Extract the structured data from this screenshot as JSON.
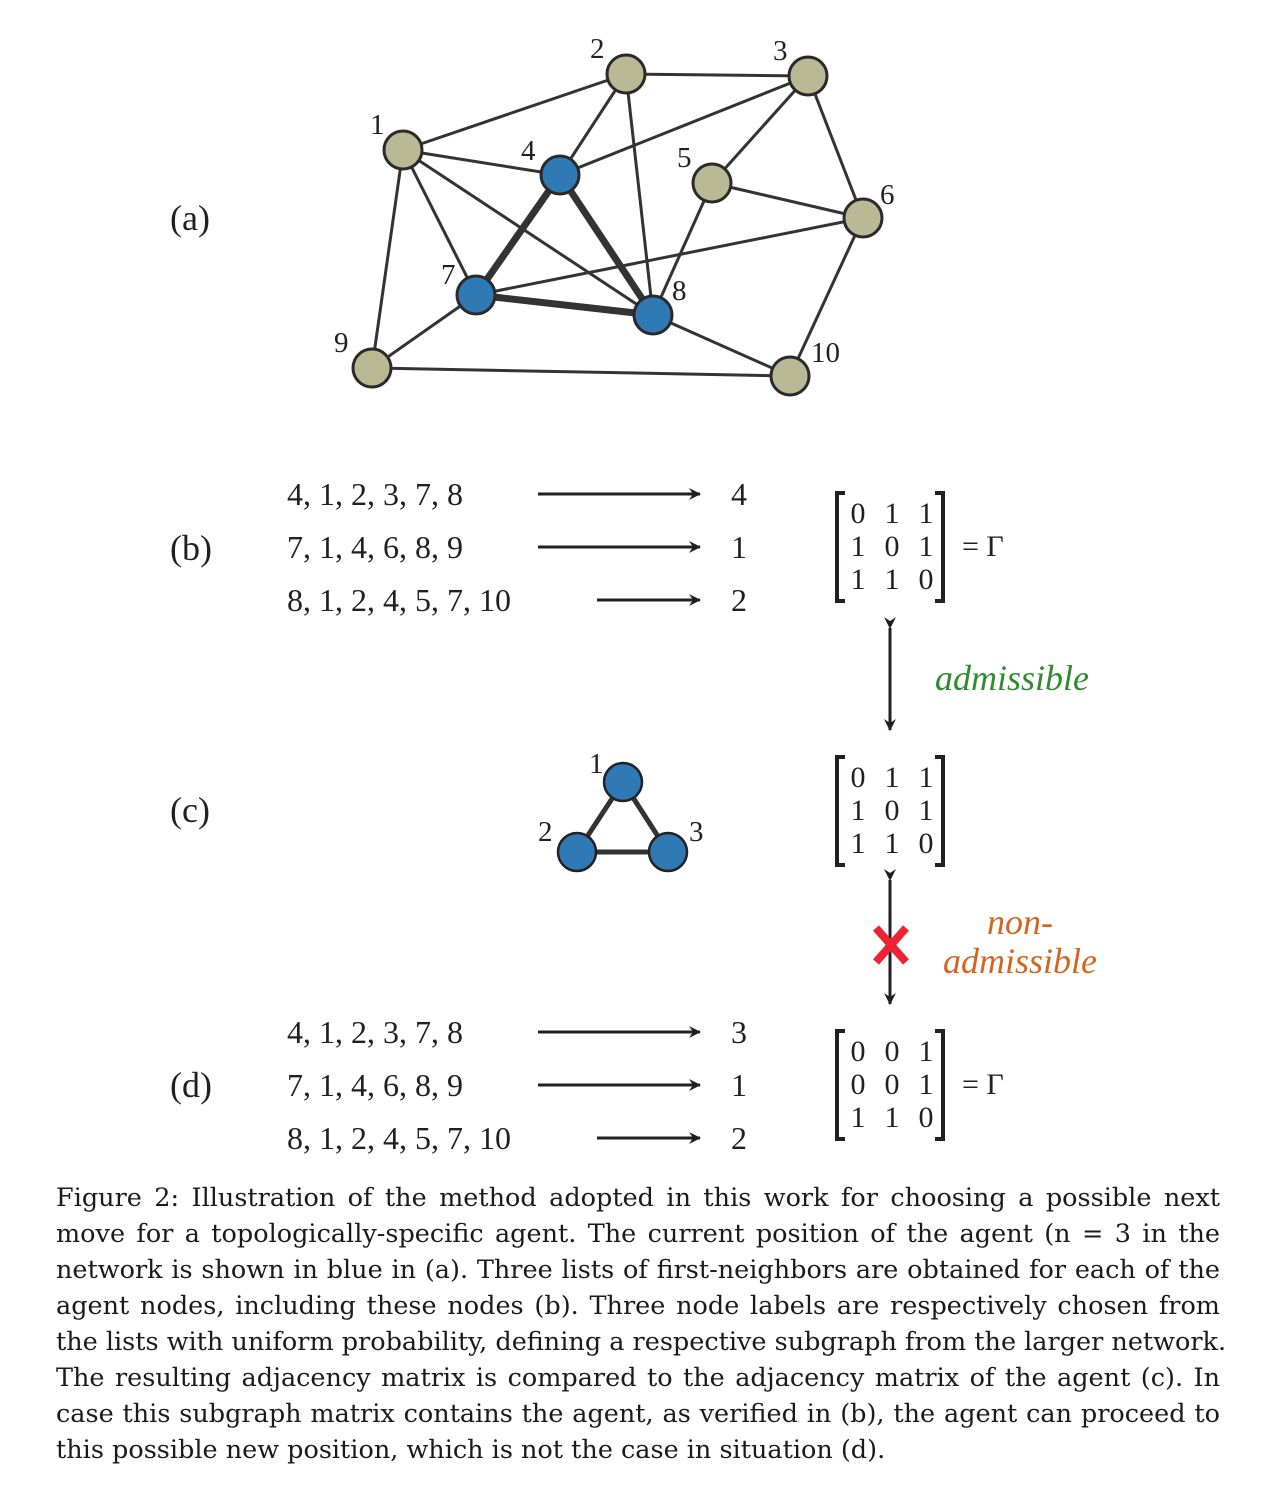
{
  "colors": {
    "agent_node": "#2f79b5",
    "other_node": "#b9b996",
    "edge": "#333333",
    "admissible": "#2e8b2e",
    "non_admissible": "#d4651e",
    "cross": "#ee2233"
  },
  "panels": {
    "a": {
      "label": "(a)"
    },
    "b": {
      "label": "(b)"
    },
    "c": {
      "label": "(c)"
    },
    "d": {
      "label": "(d)"
    }
  },
  "network": {
    "nodes": [
      "1",
      "2",
      "3",
      "4",
      "5",
      "6",
      "7",
      "8",
      "9",
      "10"
    ],
    "agent_nodes": [
      "4",
      "7",
      "8"
    ],
    "edges": [
      [
        "1",
        "2"
      ],
      [
        "1",
        "4"
      ],
      [
        "1",
        "7"
      ],
      [
        "1",
        "8"
      ],
      [
        "1",
        "9"
      ],
      [
        "2",
        "3"
      ],
      [
        "2",
        "4"
      ],
      [
        "2",
        "8"
      ],
      [
        "3",
        "4"
      ],
      [
        "3",
        "5"
      ],
      [
        "3",
        "6"
      ],
      [
        "4",
        "7"
      ],
      [
        "4",
        "8"
      ],
      [
        "5",
        "6"
      ],
      [
        "5",
        "8"
      ],
      [
        "6",
        "7"
      ],
      [
        "6",
        "10"
      ],
      [
        "7",
        "8"
      ],
      [
        "7",
        "9"
      ],
      [
        "8",
        "10"
      ],
      [
        "9",
        "10"
      ]
    ]
  },
  "panel_b": {
    "lists": [
      {
        "items": "4,  1,  2,  3,  7,  8",
        "chosen": "4"
      },
      {
        "items": "7,  1,  4,  6,  8,  9",
        "chosen": "1"
      },
      {
        "items": "8,  1,  2,  4,  5,  7,  10",
        "chosen": "2"
      }
    ],
    "matrix": [
      [
        "0",
        "1",
        "1"
      ],
      [
        "1",
        "0",
        "1"
      ],
      [
        "1",
        "1",
        "0"
      ]
    ],
    "equals": "= Γ"
  },
  "panel_c": {
    "nodes": [
      "1",
      "2",
      "3"
    ],
    "matrix": [
      [
        "0",
        "1",
        "1"
      ],
      [
        "1",
        "0",
        "1"
      ],
      [
        "1",
        "1",
        "0"
      ]
    ]
  },
  "panel_d": {
    "lists": [
      {
        "items": "4,  1,  2,  3,  7,  8",
        "chosen": "3"
      },
      {
        "items": "7,  1,  4,  6,  8,  9",
        "chosen": "1"
      },
      {
        "items": "8,  1,  2,  4,  5,  7,  10",
        "chosen": "2"
      }
    ],
    "matrix": [
      [
        "0",
        "0",
        "1"
      ],
      [
        "0",
        "0",
        "1"
      ],
      [
        "1",
        "1",
        "0"
      ]
    ],
    "equals": "= Γ"
  },
  "relations": {
    "admissible": "admissible",
    "non_admissible_1": "non-",
    "non_admissible_2": "admissible"
  },
  "caption": {
    "lines": [
      "Figure 2: Illustration of the method adopted in this work for choosing a possible next",
      "move for a topologically-specific agent. The current position of the agent (n = 3 in the",
      "network is shown in blue in (a). Three lists of first-neighbors are obtained for each of the",
      "agent nodes, including these nodes (b). Three node labels are respectively chosen from",
      "the lists with uniform probability, defining a respective subgraph from the larger network.",
      "The resulting adjacency matrix is compared to the adjacency matrix of the agent (c). In",
      "case this subgraph matrix contains the agent, as verified in (b), the agent can proceed to",
      "this possible new position, which is not the case in situation (d)."
    ]
  }
}
